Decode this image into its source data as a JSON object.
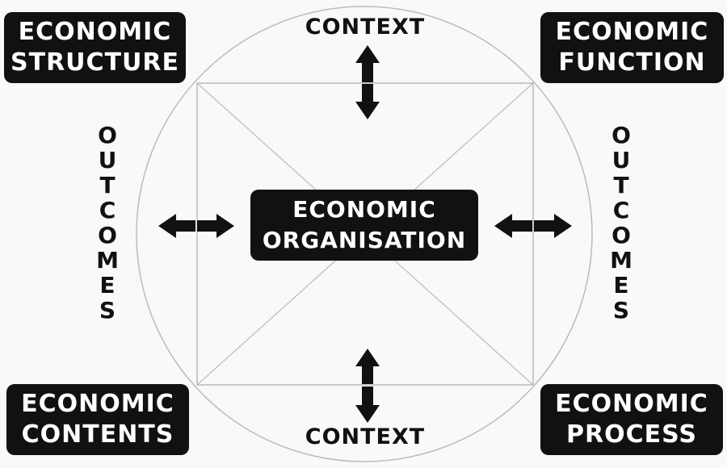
{
  "diagram": {
    "boxes": {
      "structure": [
        "ECONOMIC",
        "STRUCTURE"
      ],
      "function": [
        "ECONOMIC",
        "FUNCTION"
      ],
      "contents": [
        "ECONOMIC",
        "CONTENTS"
      ],
      "process": [
        "ECONOMIC",
        "PROCESS"
      ],
      "organisation": [
        "ECONOMIC",
        "ORGANISATION"
      ]
    },
    "context_top": "CONTEXT",
    "context_bottom": "CONTEXT",
    "outcomes_left": [
      "O",
      "U",
      "T",
      "C",
      "O",
      "M",
      "E",
      "S"
    ],
    "outcomes_right": [
      "O",
      "U",
      "T",
      "C",
      "O",
      "M",
      "E",
      "S"
    ]
  },
  "colors": {
    "box_fill": "#111111",
    "box_text": "#ffffff",
    "line": "#bbbbbb",
    "arrow": "#111111"
  }
}
